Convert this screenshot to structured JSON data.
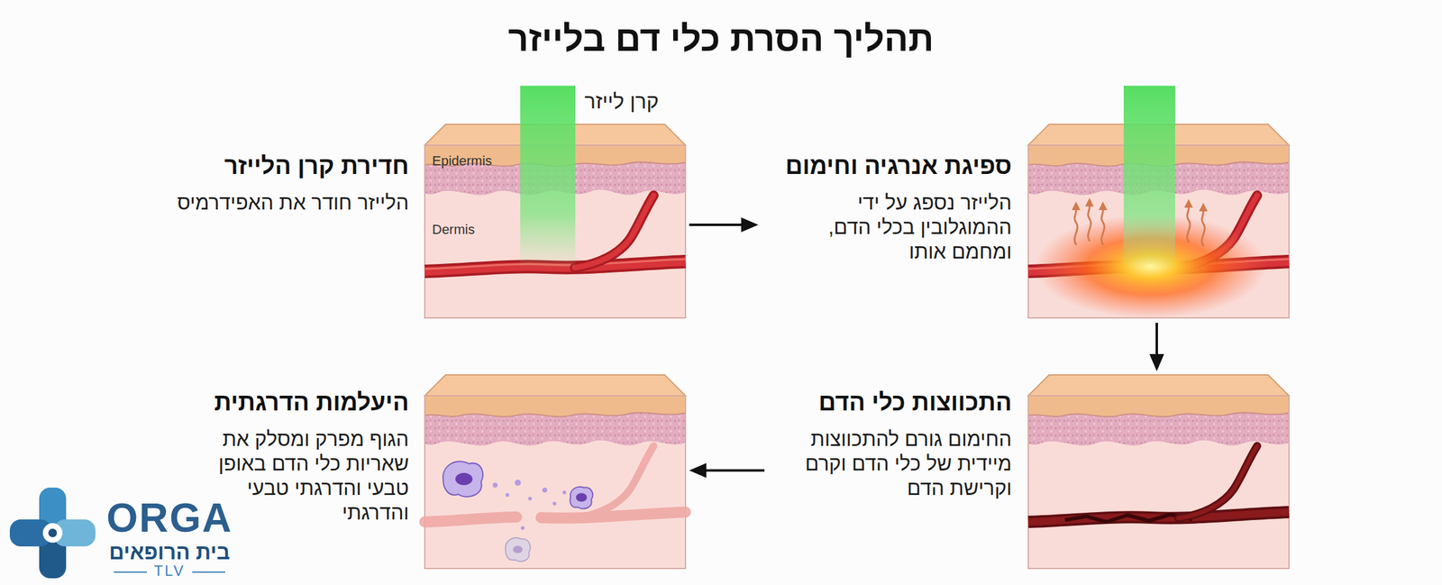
{
  "diagram": {
    "title": "תהליך הסרת כלי דם בלייזר",
    "nodes": [
      {
        "text": [
          "חדירת קרן הלייזר",
          "הלייזר חודר את האפידרמיס"
        ]
      },
      {
        "text": [
          "ספיגת אנרגיה וחימום",
          "הלייזר נספג על ידי ההמוגלובין בכלי הדם, ומחמם אותו"
        ]
      },
      {
        "text": [
          "התכווצות כלי הדם",
          "החימום גורם להתכווצות מיידית של כלי הדם וקרם וקרישת הדם"
        ]
      },
      {
        "text": [
          "היעלמות הדרגתית",
          "הגוף מפרק ומסלק את שאריות כלי הדם באופן טבעי והדרגתי טבעי והדרגתי"
        ]
      }
    ],
    "edges": [
      {
        "from": 0,
        "to": 1,
        "arrow": "to"
      },
      {
        "from": 1,
        "to": 2,
        "arrow": "to"
      },
      {
        "from": 2,
        "to": 3,
        "arrow": "to"
      }
    ],
    "labels": [
      "קרן לייזר",
      "Epidermis",
      "Dermis",
      "ORGA",
      "בית הרופאים",
      "TLV"
    ]
  }
}
